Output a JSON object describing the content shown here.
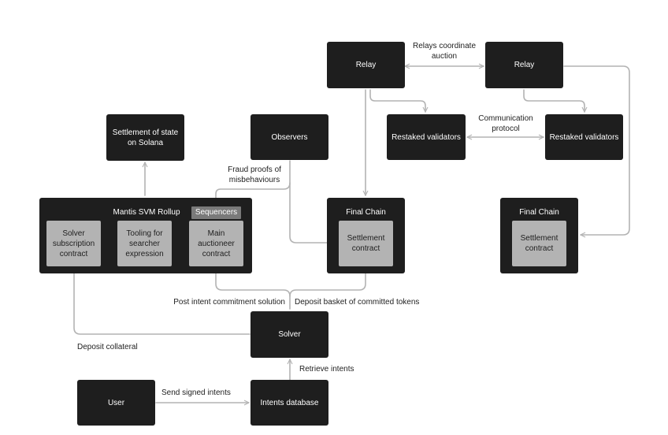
{
  "nodes": {
    "relay_left": "Relay",
    "relay_right": "Relay",
    "restaked_left": "Restaked validators",
    "restaked_right": "Restaked validators",
    "settlement_solana": "Settlement of state\non Solana",
    "observers": "Observers",
    "solver": "Solver",
    "user": "User",
    "intents_database": "Intents database"
  },
  "mantis": {
    "title": "Mantis SVM Rollup",
    "sequencers": "Sequencers",
    "solver_subscription": "Solver\nsubscription\ncontract",
    "tooling": "Tooling for\nsearcher\nexpression",
    "main_auctioneer": "Main\nauctioneer\ncontract"
  },
  "final_chain_left": {
    "title": "Final Chain",
    "settlement": "Settlement\ncontract"
  },
  "final_chain_right": {
    "title": "Final Chain",
    "settlement": "Settlement\ncontract"
  },
  "edge_labels": {
    "relays_coordinate": "Relays coordinate\nauction",
    "communication_protocol": "Communication\nprotocol",
    "fraud_proofs": "Fraud proofs of\nmisbehaviours",
    "post_intent": "Post intent commitment solution",
    "deposit_basket": "Deposit basket of committed tokens",
    "deposit_collateral": "Deposit collateral",
    "retrieve_intents": "Retrieve intents",
    "send_signed_intents": "Send signed intents"
  },
  "colors": {
    "node": "#1e1e1e",
    "sub": "#b3b3b3",
    "tag": "#7a7a7a",
    "edge": "#b3b3b3"
  }
}
